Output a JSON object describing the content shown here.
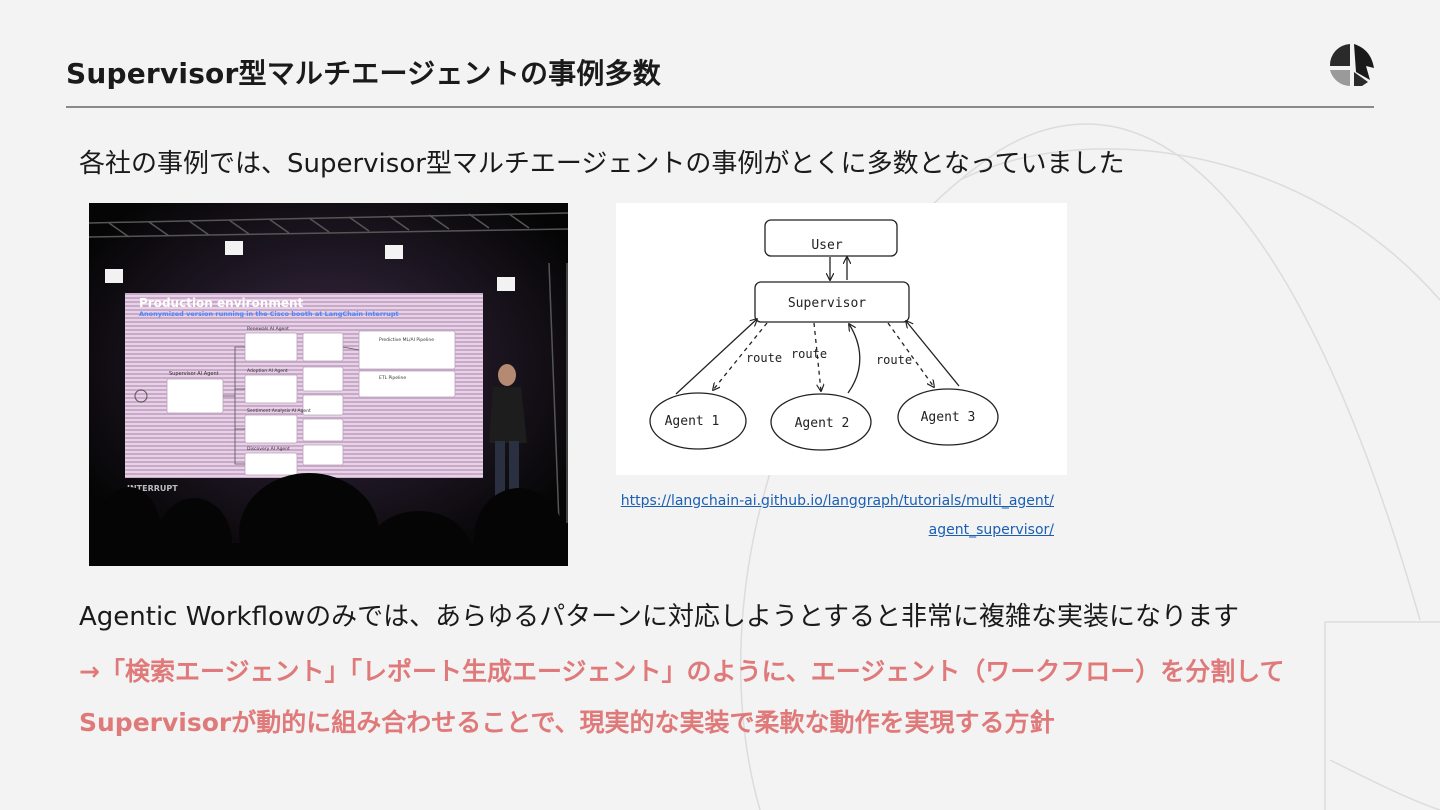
{
  "title": "Supervisor型マルチエージェントの事例多数",
  "subtitle": "各社の事例では、Supervisor型マルチエージェントの事例がとくに多数となっていました",
  "photo": {
    "slide_title": "Production environment",
    "slide_subtitle": "Anonymized version running in the Cisco booth at LangChain Interrupt",
    "left_box_label": "Supervisor AI Agent",
    "agents": [
      "Renewals AI Agent",
      "Adoption AI Agent",
      "Sentiment Analysis AI Agent",
      "Discovery AI Agent"
    ],
    "pipeline_label": "Predictive ML/AI Pipeline",
    "etl_label": "ETL Pipeline",
    "footer_label": "INTERRUPT"
  },
  "diagram": {
    "user_label": "User",
    "supervisor_label": "Supervisor",
    "route_labels": [
      "route",
      "route",
      "route"
    ],
    "agents": [
      "Agent 1",
      "Agent 2",
      "Agent 3"
    ]
  },
  "link": {
    "text": "https://langchain-ai.github.io/langgraph/tutorials/multi_agent/agent_supervisor/"
  },
  "body_text": "Agentic Workflowのみでは、あらゆるパターンに対応しようとすると非常に複雑な実装になります",
  "emphasis_text": "→「検索エージェント」「レポート生成エージェント」のように、エージェント（ワークフロー）を分割してSupervisorが動的に組み合わせることで、現実的な実装で柔軟な動作を実現する方針",
  "colors": {
    "accent": "#e07a7a",
    "link": "#1a5fb4",
    "background": "#f3f3f3"
  }
}
